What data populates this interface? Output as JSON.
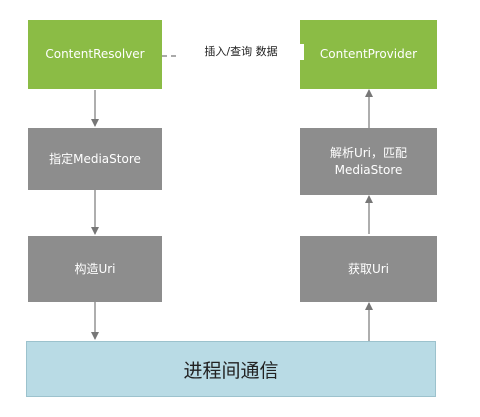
{
  "nodes": {
    "content_resolver": "ContentResolver",
    "content_provider": "ContentProvider",
    "specify_mediastore": "指定MediaStore",
    "build_uri": "构造Uri",
    "parse_uri_line1": "解析Uri，匹配",
    "parse_uri_line2": "MediaStore",
    "get_uri": "获取Uri",
    "ipc": "进程间通信"
  },
  "edges": {
    "insert_query_label": "插入/查询 数据"
  },
  "colors": {
    "green": "#8bbc45",
    "gray": "#8d8d8d",
    "ipc": "#b9dbe5",
    "arrow": "#777777"
  }
}
